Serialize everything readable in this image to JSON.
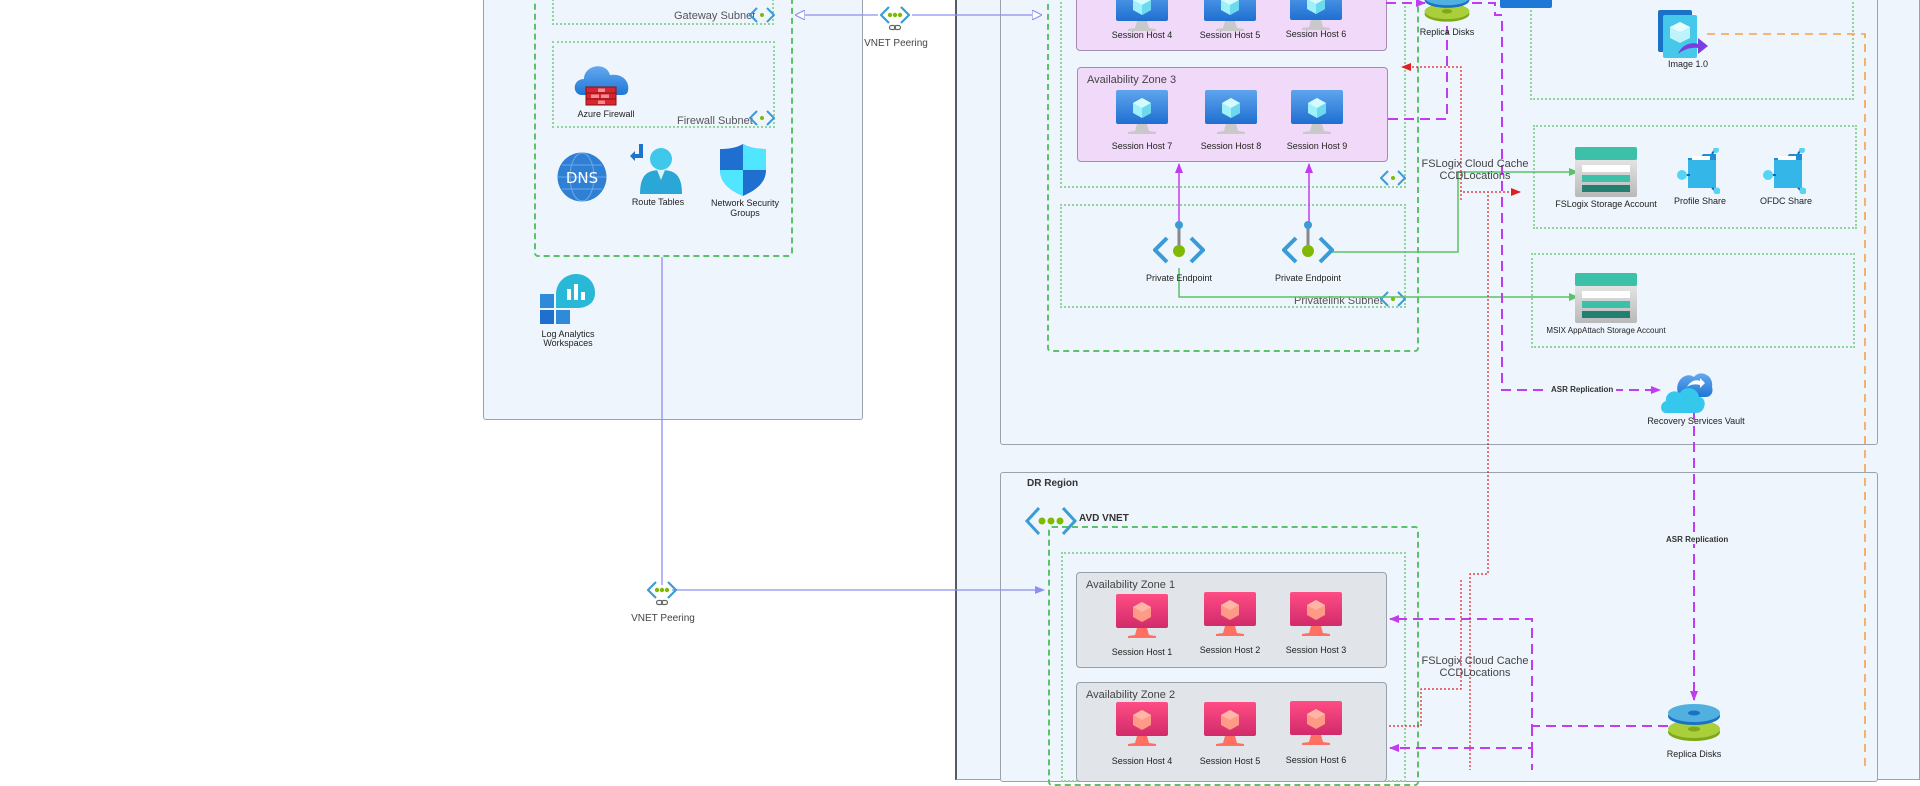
{
  "hub": {
    "gateway_subnet_label": "Gateway Subnet",
    "firewall_subnet_label": "Firewall Subnet",
    "azure_firewall_label": "Azure Firewall",
    "route_tables_label": "Route Tables",
    "nsg_label": "Network Security Groups",
    "nsg_label_line1": "Network Security",
    "nsg_label_line2": "Groups",
    "dns_text": "DNS",
    "log_analytics_line1": "Log Analytics",
    "log_analytics_line2": "Workspaces"
  },
  "peering": {
    "top_label": "VNET Peering",
    "bottom_label": "VNET Peering"
  },
  "primary": {
    "zone2_hosts": [
      "Session Host 4",
      "Session Host 5",
      "Session Host 6"
    ],
    "zone3": {
      "label": "Availability Zone 3",
      "hosts": [
        "Session Host 7",
        "Session Host 8",
        "Session Host 9"
      ]
    },
    "private_endpoints": [
      "Private Endpoint",
      "Private Endpoint"
    ],
    "privatelink_subnet_label": "Privatelink Subnet",
    "replica_disks_label": "Replica Disks",
    "fslogix_cache_line1": "FSLogix Cloud Cache",
    "fslogix_cache_line2": "CCDLocations",
    "image_label": "Image 1.0",
    "fslogix_storage_label": "FSLogix Storage Account",
    "profile_share_label": "Profile Share",
    "ofdc_share_label": "OFDC Share",
    "msix_storage_label": "MSIX AppAttach Storage Account",
    "asr_replication_label": "ASR Replication",
    "recovery_vault_label": "Recovery Services Vault"
  },
  "dr": {
    "region_label": "DR Region",
    "vnet_label": "AVD VNET",
    "asr_replication_label": "ASR Replication",
    "zone1": {
      "label": "Availability Zone 1",
      "hosts": [
        "Session Host 1",
        "Session Host 2",
        "Session Host 3"
      ]
    },
    "zone2": {
      "label": "Availability Zone 2",
      "hosts": [
        "Session Host 4",
        "Session Host 5",
        "Session Host 6"
      ]
    },
    "fslogix_cache_line1": "FSLogix Cloud Cache",
    "fslogix_cache_line2": "CCDLocations",
    "replica_disks_label": "Replica Disks"
  },
  "colors": {
    "region_bg": "#eef5fd",
    "vnet_border": "#5cc26a",
    "zone_primary": "#f1d9f9",
    "zone_dr": "#e1e4e9",
    "peering_line": "#8f8ff0",
    "asr_line": "#c33bf0",
    "fslogix_line": "#e02020",
    "image_line": "#f5a04a",
    "endpoint_line": "#5cc26a"
  }
}
